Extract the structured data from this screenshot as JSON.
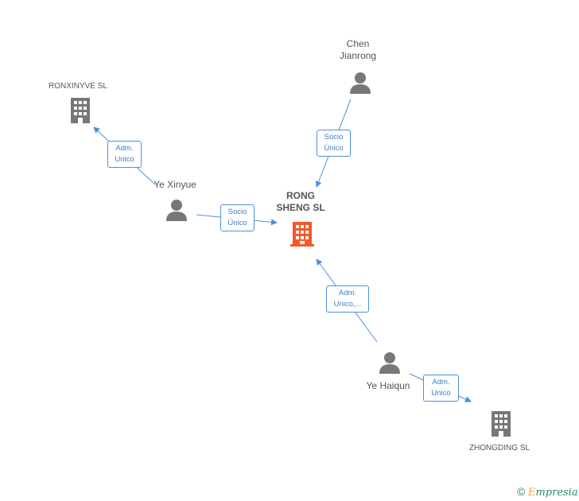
{
  "nodes": {
    "chen": {
      "label": "Chen\nJianrong"
    },
    "ronxinyve": {
      "label": "RONXINYVE SL"
    },
    "ye_xinyue": {
      "label": "Ye Xinyue"
    },
    "rong_sheng": {
      "label": "RONG\nSHENG SL"
    },
    "ye_haiqun": {
      "label": "Ye Haiqun"
    },
    "zhongding": {
      "label": "ZHONGDING SL"
    }
  },
  "edges": {
    "chen_rong": {
      "label": "Socio\nÚnico"
    },
    "xinyue_ronxinyve": {
      "label": "Adm.\nUnico"
    },
    "xinyue_rong": {
      "label": "Socio\nÚnico"
    },
    "haiqun_rong": {
      "label": "Adm.\nUnico,..."
    },
    "haiqun_zhongding": {
      "label": "Adm.\nUnico"
    }
  },
  "footer": {
    "copyright": "©",
    "brand_first": "E",
    "brand_rest": "mpresia"
  },
  "colors": {
    "edge": "#4a90d9",
    "person": "#777777",
    "company": "#777777",
    "focus_company": "#f05a28"
  }
}
